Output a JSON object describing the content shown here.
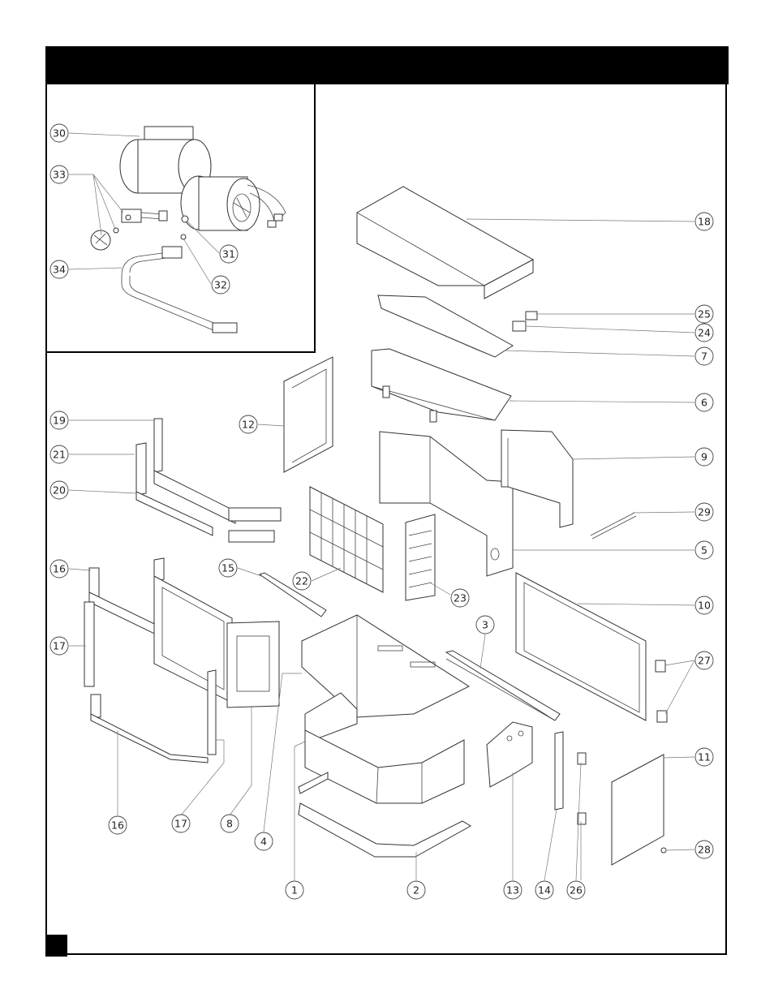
{
  "callouts": {
    "c1": "1",
    "c2": "2",
    "c3": "3",
    "c4": "4",
    "c5": "5",
    "c6": "6",
    "c7": "7",
    "c8": "8",
    "c9": "9",
    "c10": "10",
    "c11": "11",
    "c12": "12",
    "c13": "13",
    "c14": "14",
    "c15": "15",
    "c16a": "16",
    "c16b": "16",
    "c17a": "17",
    "c17b": "17",
    "c18": "18",
    "c19": "19",
    "c20": "20",
    "c21": "21",
    "c22": "22",
    "c23": "23",
    "c24": "24",
    "c25": "25",
    "c26": "26",
    "c27": "27",
    "c28": "28",
    "c29": "29",
    "c30": "30",
    "c31": "31",
    "c32": "32",
    "c33": "33",
    "c34": "34"
  }
}
